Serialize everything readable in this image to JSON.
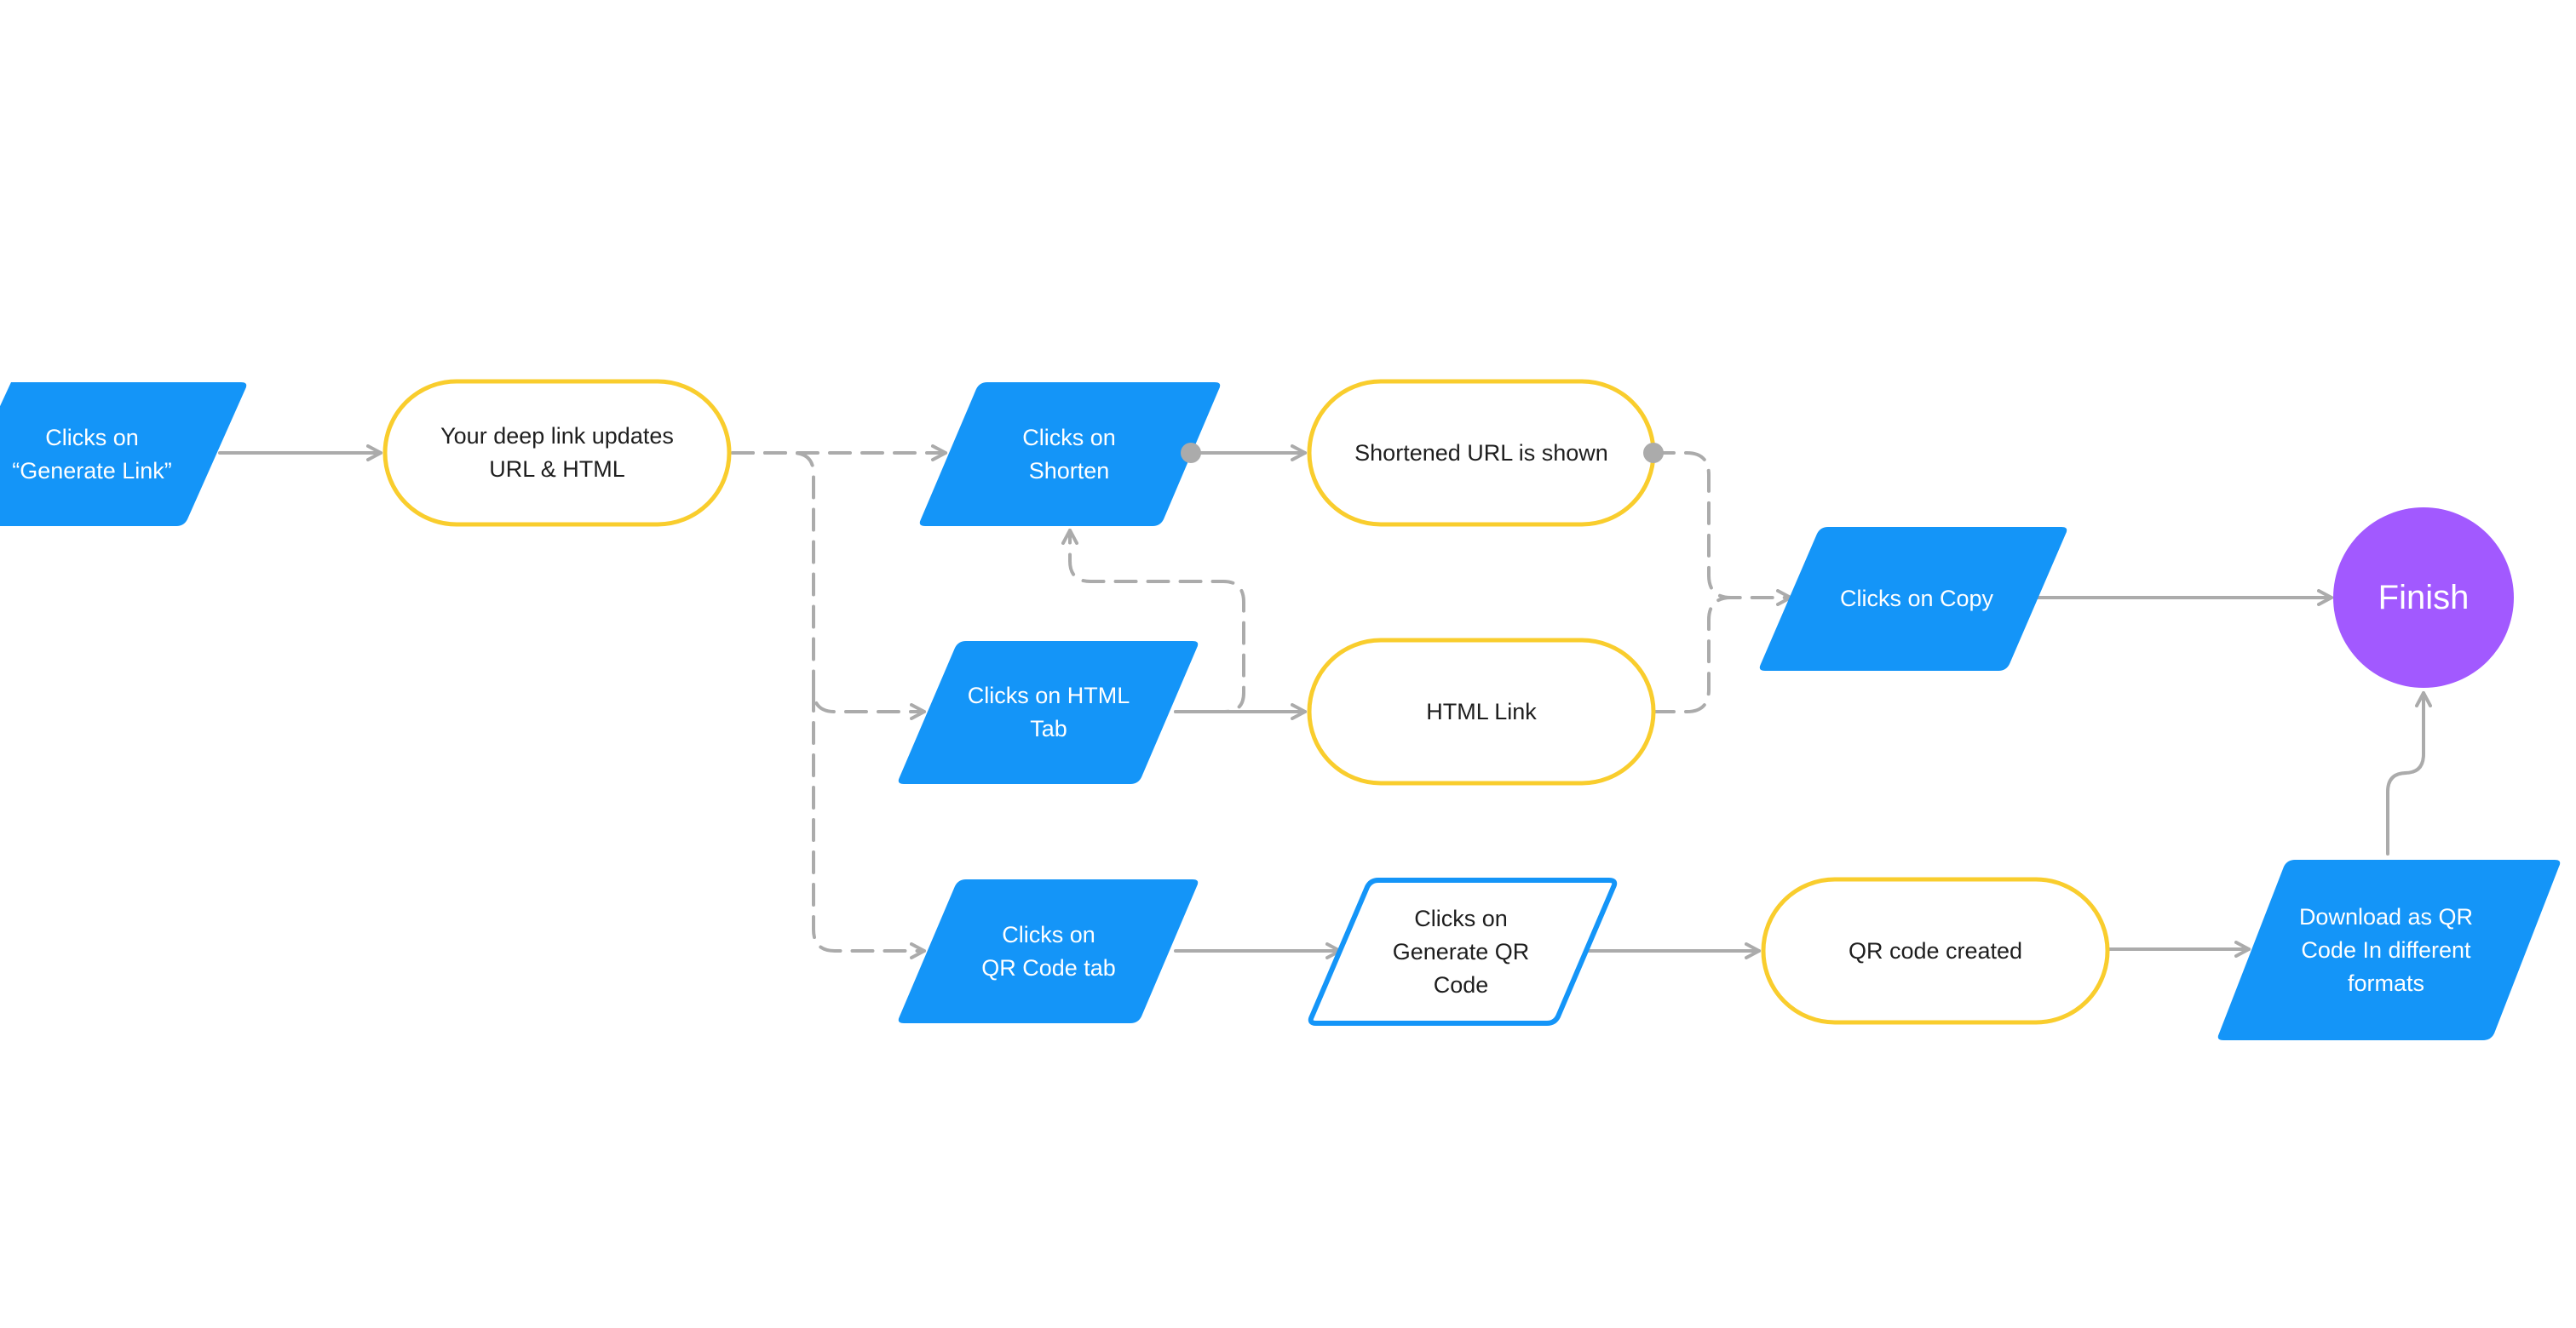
{
  "colors": {
    "action_fill": "#1495F8",
    "action_outline": "#1495F8",
    "result_border": "#F9CD2D",
    "finish_fill": "#A259FF",
    "connector": "#ABABAB"
  },
  "nodes": {
    "generate_link": {
      "text": "Clicks on\n“Generate Link”"
    },
    "deep_link_updates": {
      "text": "Your deep link updates\nURL & HTML"
    },
    "shorten": {
      "text": "Clicks on\nShorten"
    },
    "shortened_url": {
      "text": "Shortened URL is shown"
    },
    "html_tab": {
      "text": "Clicks on HTML\nTab"
    },
    "html_link": {
      "text": "HTML Link"
    },
    "copy": {
      "text": "Clicks on Copy"
    },
    "finish": {
      "text": "Finish"
    },
    "qr_tab": {
      "text": "Clicks on\nQR Code tab"
    },
    "generate_qr": {
      "text": "Clicks on\nGenerate QR\nCode"
    },
    "qr_created": {
      "text": "QR code created"
    },
    "download_qr": {
      "text": "Download as QR\nCode In different\nformats"
    }
  }
}
